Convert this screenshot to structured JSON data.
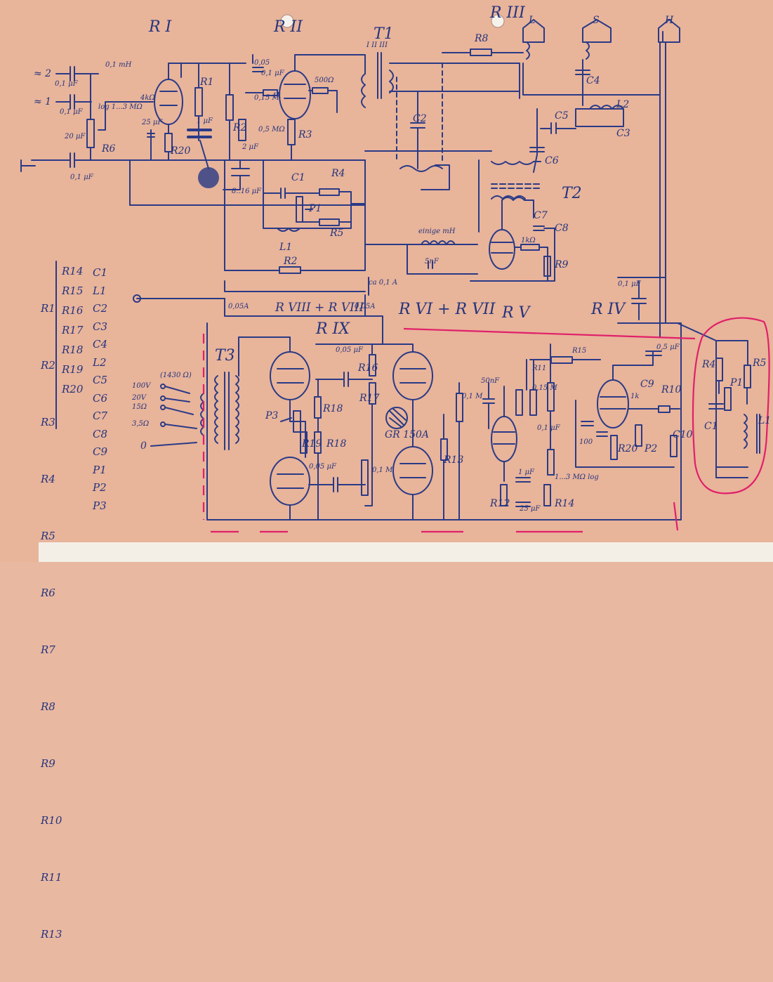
{
  "sections": {
    "r1": "R I",
    "r2": "R II",
    "r3": "R III",
    "r9": "R IX",
    "r6r7": "R VI + R VII",
    "r5": "R V",
    "r4": "R IV",
    "r8": "R VIII + R VIII"
  },
  "terminals": {
    "L": "L",
    "S": "S",
    "H": "H",
    "in2": "≈ 2",
    "in1": "≈ 1"
  },
  "transformers": {
    "t1": "T1",
    "t2": "T2",
    "t3": "T3",
    "t1_windings": "I   II   III"
  },
  "inputs": {
    "voltages": [
      "100V",
      "20V",
      "15Ω",
      "3,5Ω",
      "0"
    ],
    "impedance": "(1430 Ω)"
  },
  "values": {
    "ind_01mH": "0,1 mH",
    "cap_01uF_a": "0,1 μF",
    "cap_01uF_b": "0,1 μF",
    "cap_01uF_c": "0,1 μF",
    "pot_log": "log 1...3 MΩ",
    "res_4k": "4kΩ",
    "cap_25uF": "25 μF",
    "cap_20uF": "20 μF",
    "cap_1uF": "1 μF",
    "cap_005": "0,05",
    "cap_01uF_d": "0,1 μF",
    "res_015M": "0,15 M",
    "res_05M": "0,5 MΩ",
    "cap_2uF": "2 μF",
    "cap_8_16": "8..16 μF",
    "res_1k": "1k",
    "res_500": "500Ω",
    "cur_01A": "ca 0,1 A",
    "cur_005A_a": "0,05A",
    "cur_005A_b": "0,05A",
    "einige_mH": "einige mH",
    "cap_5nF": "5nF",
    "res_1k2": "1kΩ",
    "cap_01uF_e": "0,1 μF",
    "cap_05uF": "0,5 μF",
    "cap_005uF_a": "0,05 μF",
    "cap_005uF_b": "0,05 μF",
    "cap_50nF": "50nF",
    "res_01M": "0,1 M",
    "res_01M_b": "0,1 M",
    "res_015M_b": "0,15 M",
    "cap_01uF_f": "0,1 μF",
    "cap_1uF_b": "1 μF",
    "cap_25uF_b": "25 μF",
    "pot_log2": "1...3 MΩ log",
    "gr150": "GR 150A",
    "cap_100": "100",
    "res_1k3": "1k"
  },
  "components": {
    "R1": "R1",
    "R2": "R2",
    "R3": "R3",
    "R4": "R4",
    "R5": "R5",
    "R6": "R6",
    "R8": "R8",
    "R9": "R9",
    "R10": "R10",
    "R12": "R12",
    "R13": "R13",
    "R14": "R14",
    "R15": "R15",
    "R16": "R16",
    "R17": "R17",
    "R18": "R18",
    "R19": "R19",
    "R20": "R20",
    "R20b": "R20",
    "R11": "R11",
    "R9b": "R9",
    "C1": "C1",
    "C2": "C2",
    "C3": "C3",
    "C4": "C4",
    "C5": "C5",
    "C6": "C6",
    "C7": "C7",
    "C8": "C8",
    "C9": "C9",
    "C10": "C10",
    "L1": "L1",
    "L2": "L2",
    "P1": "P1",
    "P2": "P2",
    "P3": "P3",
    "C1b": "C1",
    "L1b": "L1",
    "P1b": "P1",
    "R4b": "R4",
    "R5b": "R5"
  },
  "parts_list": {
    "col1": [
      "R1",
      "R2",
      "R3",
      "R4",
      "R5",
      "R6",
      "R7",
      "R8",
      "R9",
      "R10",
      "R11",
      "R13"
    ],
    "col2": [
      "R14",
      "R15",
      "R16",
      "R17",
      "R18",
      "R19",
      "R20"
    ],
    "col3": [
      "C1",
      "L1",
      "C2",
      "C3",
      "C4",
      "L2",
      "C5",
      "C6",
      "C7",
      "C8",
      "C9",
      "P1",
      "P2",
      "P3"
    ]
  },
  "colors": {
    "paper": "#e8b49a",
    "ink": "#2a3a86",
    "highlight": "#e0206a"
  }
}
